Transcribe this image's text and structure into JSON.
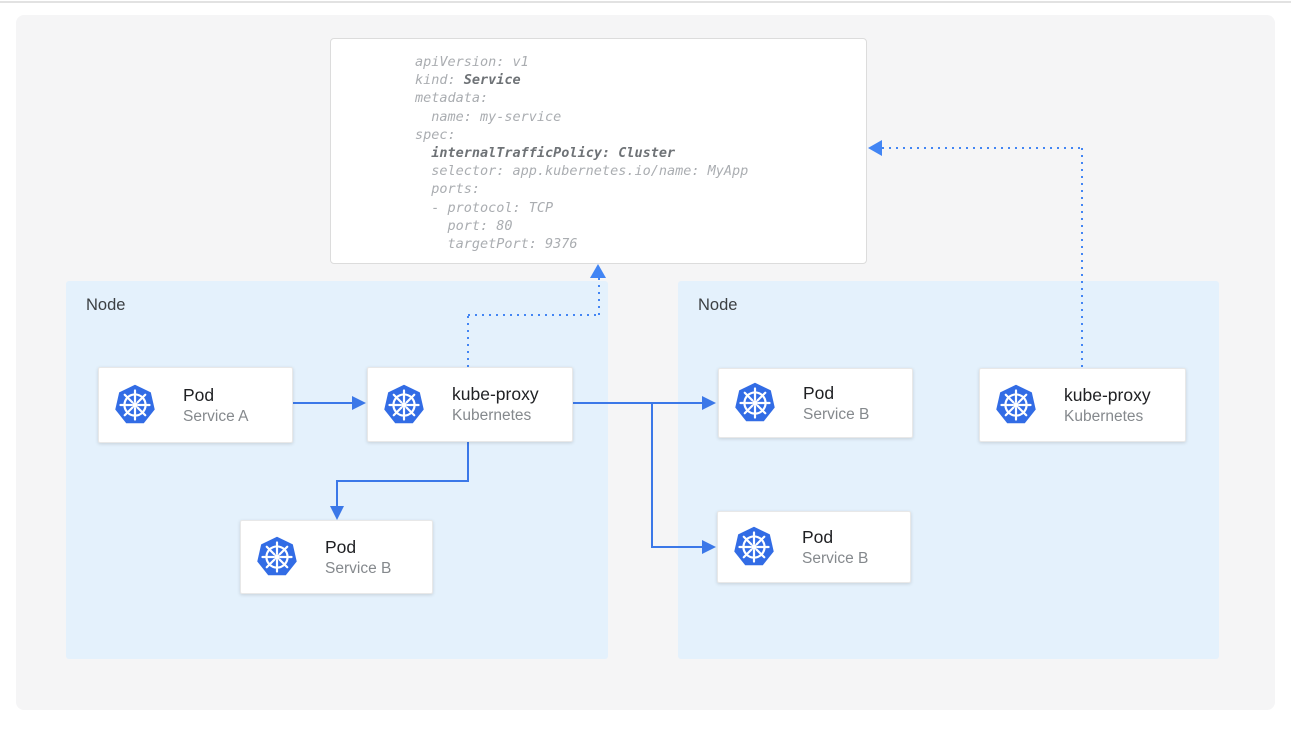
{
  "yaml_card": {
    "lines": [
      {
        "pre": "apiVersion: v1",
        "bold": "",
        "post": ""
      },
      {
        "pre": "kind: ",
        "bold": "Service",
        "post": ""
      },
      {
        "pre": "metadata:",
        "bold": "",
        "post": ""
      },
      {
        "pre": "  name: my-service",
        "bold": "",
        "post": ""
      },
      {
        "pre": "spec:",
        "bold": "",
        "post": ""
      },
      {
        "pre": "  ",
        "bold": "internalTrafficPolicy: Cluster",
        "post": ""
      },
      {
        "pre": "  selector: app.kubernetes.io/name: MyApp",
        "bold": "",
        "post": ""
      },
      {
        "pre": "  ports:",
        "bold": "",
        "post": ""
      },
      {
        "pre": "  - protocol: TCP",
        "bold": "",
        "post": ""
      },
      {
        "pre": "    port: 80",
        "bold": "",
        "post": ""
      },
      {
        "pre": "    targetPort: 9376",
        "bold": "",
        "post": ""
      }
    ]
  },
  "nodes": [
    {
      "label": "Node"
    },
    {
      "label": "Node"
    }
  ],
  "cards": [
    {
      "title": "Pod",
      "subtitle": "Service A",
      "icon": "kubernetes-icon"
    },
    {
      "title": "kube-proxy",
      "subtitle": "Kubernetes",
      "icon": "kubernetes-icon"
    },
    {
      "title": "Pod",
      "subtitle": "Service B",
      "icon": "kubernetes-icon"
    },
    {
      "title": "Pod",
      "subtitle": "Service B",
      "icon": "kubernetes-icon"
    },
    {
      "title": "kube-proxy",
      "subtitle": "Kubernetes",
      "icon": "kubernetes-icon"
    },
    {
      "title": "Pod",
      "subtitle": "Service B",
      "icon": "kubernetes-icon"
    }
  ],
  "colors": {
    "kubernetes_blue": "#326ce5",
    "solid_arrow_blue": "#3b78e8",
    "dotted_arrow_blue": "#4285f4",
    "node_fill": "#e4f1fc",
    "panel_fill": "#f5f5f6"
  }
}
